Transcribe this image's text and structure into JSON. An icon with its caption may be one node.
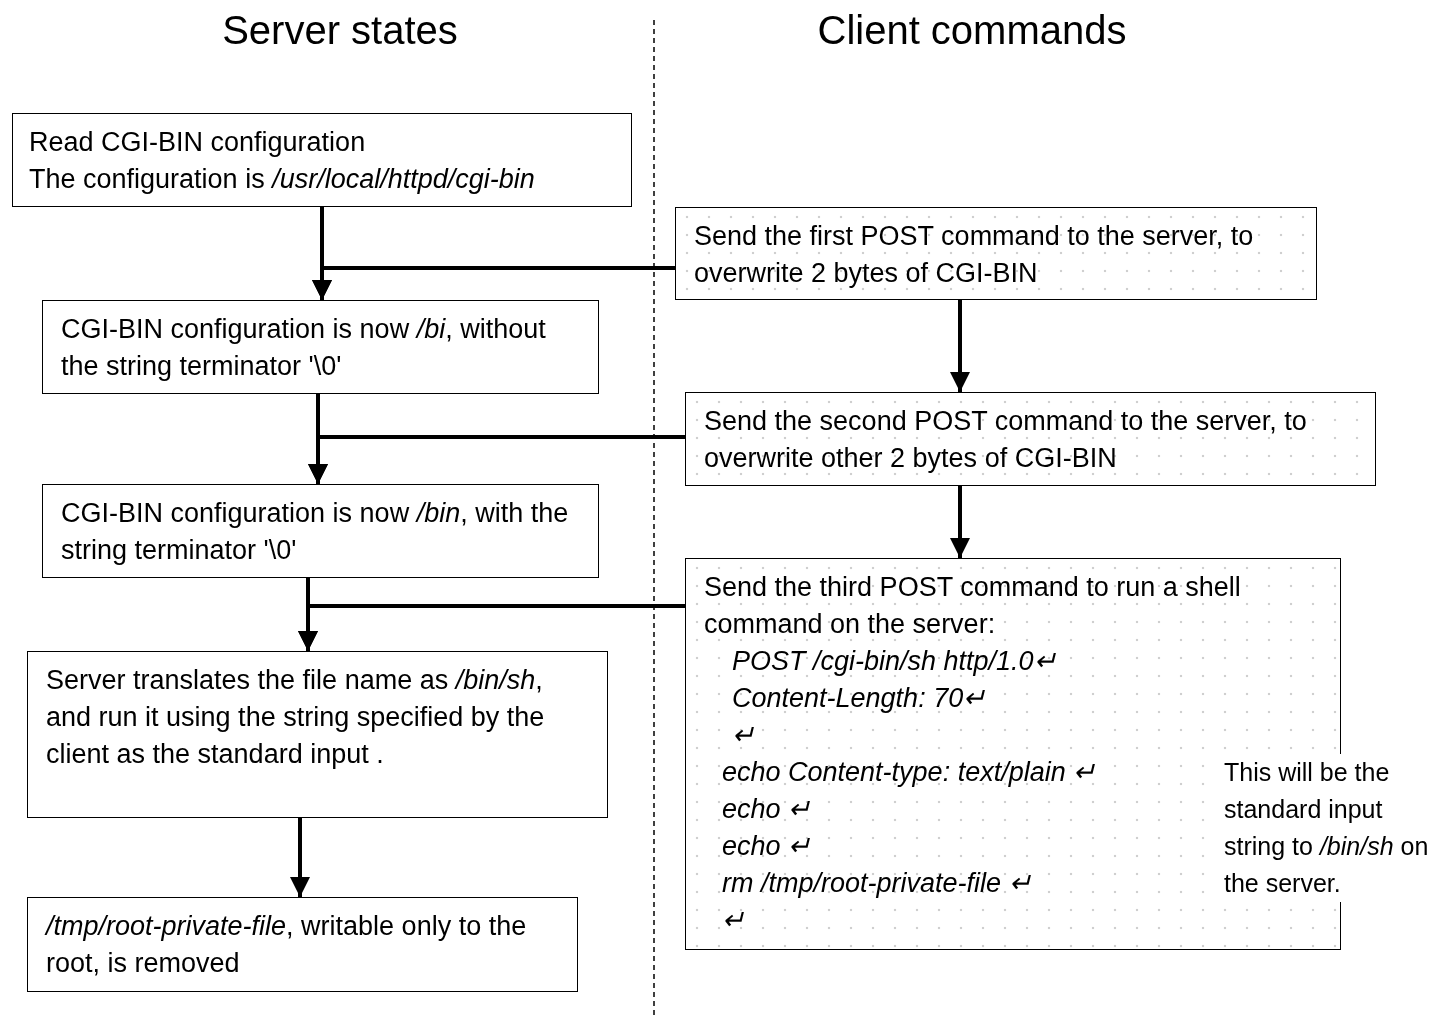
{
  "diagram": {
    "nodes": [
      {
        "text": [
          "Read CGI-BIN configuration",
          "The configuration is */usr/local/httpd/cgi-bin*"
        ]
      },
      {
        "text": [
          "Send the first POST command to the server, to overwrite 2 bytes of CGI-BIN"
        ]
      },
      {
        "text": [
          "CGI-BIN configuration is now */bi*, without the string terminator '\\0'"
        ]
      },
      {
        "text": [
          "Send the second POST command to the server, to overwrite other 2 bytes of CGI-BIN"
        ]
      },
      {
        "text": [
          "CGI-BIN configuration is now */bin*, with the string terminator '\\0'"
        ]
      },
      {
        "text": [
          "Send the third POST command to run a shell command on the server:",
          "POST /cgi-bin/sh http/1.0↵",
          "Content-Length: 70↵",
          "↵",
          "echo Content-type: text/plain ↵",
          "echo ↵",
          "echo ↵",
          "rm /tmp/root-private-file ↵",
          "↵",
          "This will be the standard input string to */bin/sh* on the server."
        ]
      },
      {
        "text": [
          "Server translates the file name as */bin/sh*, and run it using the string specified by the client as the standard input ."
        ]
      },
      {
        "text": [
          "*/tmp/root-private-file*, writable only to the root, is removed"
        ]
      }
    ],
    "edges": [
      {
        "from": 0,
        "to": 2,
        "arrow": "to"
      },
      {
        "from": 1,
        "to": 2,
        "arrow": "to"
      },
      {
        "from": 1,
        "to": 3,
        "arrow": "to"
      },
      {
        "from": 2,
        "to": 4,
        "arrow": "to"
      },
      {
        "from": 3,
        "to": 4,
        "arrow": "to"
      },
      {
        "from": 3,
        "to": 5,
        "arrow": "to"
      },
      {
        "from": 4,
        "to": 6,
        "arrow": "to"
      },
      {
        "from": 5,
        "to": 6,
        "arrow": "to"
      },
      {
        "from": 6,
        "to": 7,
        "arrow": "to"
      }
    ],
    "labels": [
      "Server states",
      "Client commands"
    ]
  }
}
